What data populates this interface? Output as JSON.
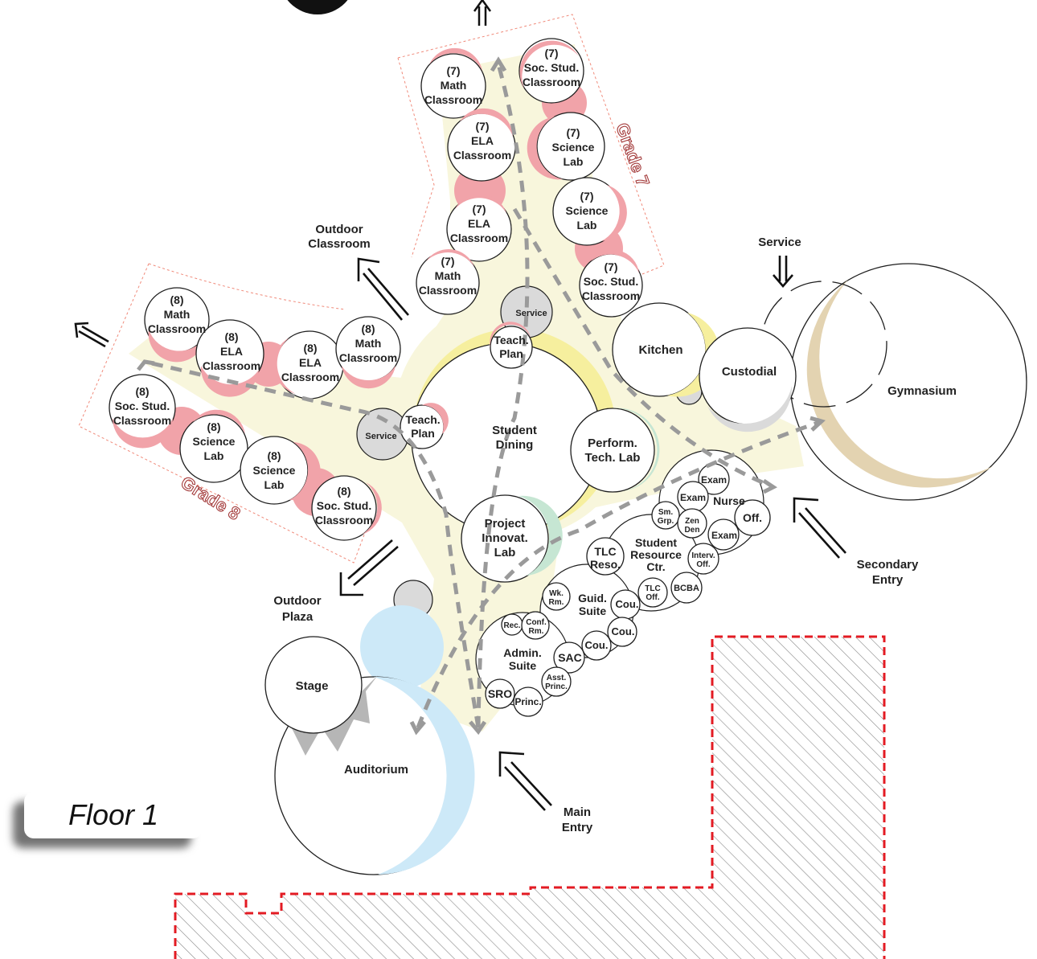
{
  "floor_label": "Floor 1",
  "grade_labels": {
    "grade7": "Grade 7",
    "grade8": "Grade 8"
  },
  "rooms": {
    "g7_math_top": [
      "(7)",
      "Math",
      "Classroom"
    ],
    "g7_socstud_top": [
      "(7)",
      "Soc. Stud.",
      "Classroom"
    ],
    "g7_ela_1": [
      "(7)",
      "ELA",
      "Classroom"
    ],
    "g7_science_1": [
      "(7)",
      "Science",
      "Lab"
    ],
    "g7_ela_2": [
      "(7)",
      "ELA",
      "Classroom"
    ],
    "g7_science_2": [
      "(7)",
      "Science",
      "Lab"
    ],
    "g7_math_bottom": [
      "(7)",
      "Math",
      "Classroom"
    ],
    "g7_socstud_bottom": [
      "(7)",
      "Soc. Stud.",
      "Classroom"
    ],
    "g8_math_left": [
      "(8)",
      "Math",
      "Classroom"
    ],
    "g8_ela_1": [
      "(8)",
      "ELA",
      "Classroom"
    ],
    "g8_ela_2": [
      "(8)",
      "ELA",
      "Classroom"
    ],
    "g8_math_right": [
      "(8)",
      "Math",
      "Classroom"
    ],
    "g8_socstud_left": [
      "(8)",
      "Soc. Stud.",
      "Classroom"
    ],
    "g8_science_1": [
      "(8)",
      "Science",
      "Lab"
    ],
    "g8_science_2": [
      "(8)",
      "Science",
      "Lab"
    ],
    "g8_socstud_right": [
      "(8)",
      "Soc. Stud.",
      "Classroom"
    ],
    "service_top": [
      "Service"
    ],
    "service_left": [
      "Service"
    ],
    "teach_plan_top": [
      "Teach.",
      "Plan"
    ],
    "teach_plan_left": [
      "Teach.",
      "Plan"
    ],
    "student_dining": [
      "Student",
      "Dining"
    ],
    "perform_tech_lab": [
      "Perform.",
      "Tech. Lab"
    ],
    "project_innovat_lab": [
      "Project",
      "Innovat.",
      "Lab"
    ],
    "kitchen": [
      "Kitchen"
    ],
    "custodial": [
      "Custodial"
    ],
    "gymnasium": [
      "Gymnasium"
    ],
    "exam_1": [
      "Exam"
    ],
    "exam_2": [
      "Exam"
    ],
    "exam_3": [
      "Exam"
    ],
    "nurse": [
      "Nurse"
    ],
    "off": [
      "Off."
    ],
    "sm_grp": [
      "Sm.",
      "Grp."
    ],
    "zen_den": [
      "Zen",
      "Den"
    ],
    "student_resource_ctr": [
      "Student",
      "Resource",
      "Ctr."
    ],
    "tlc_reso": [
      "TLC",
      "Reso."
    ],
    "interv_off": [
      "Interv.",
      "Off."
    ],
    "tlc_off": [
      "TLC",
      "Off."
    ],
    "bcba": [
      "BCBA"
    ],
    "wk_rm": [
      "Wk.",
      "Rm."
    ],
    "guid_suite": [
      "Guid.",
      "Suite"
    ],
    "cou_1": [
      "Cou."
    ],
    "cou_2": [
      "Cou."
    ],
    "cou_3": [
      "Cou."
    ],
    "rec": [
      "Rec."
    ],
    "conf_rm": [
      "Conf.",
      "Rm."
    ],
    "admin_suite": [
      "Admin.",
      "Suite"
    ],
    "sac": [
      "SAC"
    ],
    "asst_princ": [
      "Asst.",
      "Princ."
    ],
    "sro": [
      "SRO"
    ],
    "princ": [
      "Princ."
    ],
    "stage": [
      "Stage"
    ],
    "auditorium": [
      "Auditorium"
    ]
  },
  "annotations": {
    "outdoor_classroom": [
      "Outdoor",
      "Classroom"
    ],
    "outdoor_plaza": [
      "Outdoor",
      "Plaza"
    ],
    "service": [
      "Service"
    ],
    "secondary_entry": [
      "Secondary",
      "Entry"
    ],
    "main_entry": [
      "Main",
      "Entry"
    ]
  },
  "colors": {
    "circulation": "#f8f6dc",
    "classroom_accent": "#f1a3a9",
    "gym_accent": "#e3d3b1",
    "auditorium_accent": "#cde9f8",
    "dining_accent": "#f6ef9e",
    "lab_accent": "#c6e6d3",
    "support_accent": "#d9cde8",
    "service": "#dadada",
    "site_boundary": "#e31b23"
  }
}
